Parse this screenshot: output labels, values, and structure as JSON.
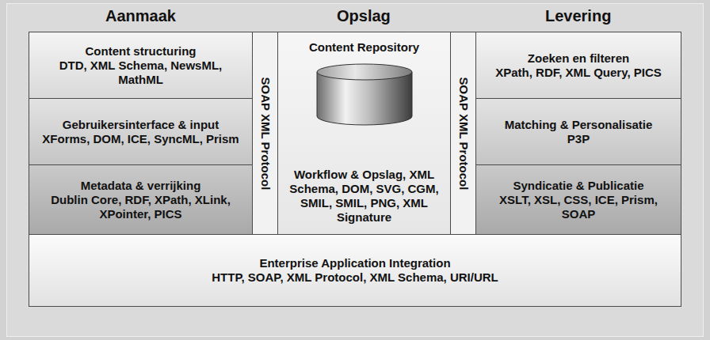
{
  "diagram": {
    "nodes": [
      {
        "text": [
          "Content structuring",
          "DTD, XML Schema, NewsML, MathML"
        ]
      },
      {
        "text": [
          "Gebruikersinterface & input",
          "XForms, DOM, ICE, SyncML, Prism"
        ]
      },
      {
        "text": [
          "Metadata & verrijking",
          "Dublin Core, RDF, XPath, XLink, XPointer, PICS"
        ]
      },
      {
        "text": [
          "SOAP XML Protocol"
        ]
      },
      {
        "text": [
          "Content Repository",
          "Workflow & Opslag, XML Schema, DOM, SVG, CGM, SMIL, SMIL, PNG, XML Signature"
        ]
      },
      {
        "text": [
          "SOAP XML Protocol"
        ]
      },
      {
        "text": [
          "Zoeken en filteren",
          "XPath, RDF, XML Query, PICS"
        ]
      },
      {
        "text": [
          "Matching & Personalisatie",
          "P3P"
        ]
      },
      {
        "text": [
          "Syndicatie & Publicatie",
          "XSLT, XSL, CSS, ICE, Prism, SOAP"
        ]
      },
      {
        "text": [
          "Enterprise Application Integration",
          "HTTP, SOAP, XML Protocol, XML Schema, URI/URL"
        ]
      }
    ],
    "labels": [
      "Aanmaak",
      "Opslag",
      "Levering"
    ]
  }
}
